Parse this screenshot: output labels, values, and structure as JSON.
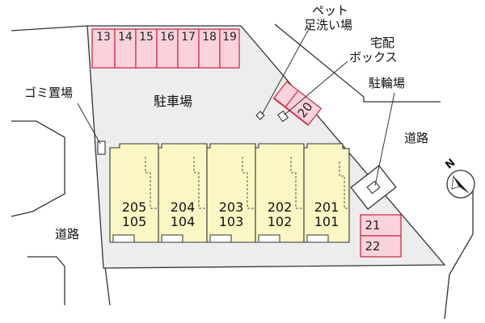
{
  "labels": {
    "parking_lot": "駐車場",
    "garbage": "ゴミ置場",
    "pet_wash_line1": "ペット",
    "pet_wash_line2": "足洗い場",
    "delivery_line1": "宅配",
    "delivery_line2": "ボックス",
    "bicycle": "駐輪場",
    "road_left": "道路",
    "road_right": "道路",
    "north": "N"
  },
  "parking_top": [
    "13",
    "14",
    "15",
    "16",
    "17",
    "18",
    "19"
  ],
  "parking_20": "20",
  "parking_bottom_right": [
    "21",
    "22"
  ],
  "units": [
    {
      "upper": "205",
      "lower": "105"
    },
    {
      "upper": "204",
      "lower": "104"
    },
    {
      "upper": "203",
      "lower": "103"
    },
    {
      "upper": "202",
      "lower": "102"
    },
    {
      "upper": "201",
      "lower": "101"
    }
  ],
  "colors": {
    "lot": "#ededed",
    "parking_fill": "#f9d2dc",
    "parking_stroke": "#d0304a",
    "building": "#fbf7c4",
    "outline": "#333333"
  }
}
